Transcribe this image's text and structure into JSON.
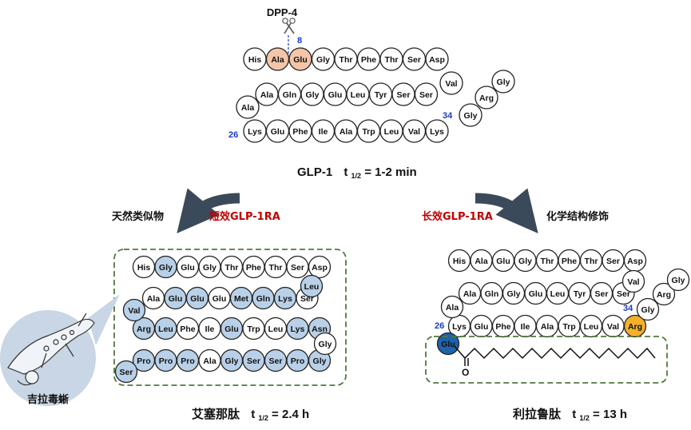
{
  "colors": {
    "salmon": "#f4c5a8",
    "blue": "#b9d1e8",
    "orange": "#f5b02a",
    "dark_blue": "#1f63a8",
    "red_text": "#c00000",
    "num_blue": "#1a39c9",
    "box_border": "#4f7a3e",
    "arrow": "#3b4a5a"
  },
  "labels": {
    "enzyme": "DPP-4",
    "cleave_pos": "8",
    "pos_26": "26",
    "pos_34": "34",
    "glp1_name": "GLP-1",
    "glp1_half_prefix": "t",
    "glp1_half_sub": "1/2",
    "glp1_half_val": "= 1-2 min",
    "left_source": "天然类似物",
    "left_type": "短效GLP-1RA",
    "right_type": "长效GLP-1RA",
    "right_method": "化学结构修饰",
    "animal": "吉拉毒蜥",
    "exenatide_name": "艾塞那肽",
    "exenatide_half_prefix": "t",
    "exenatide_half_sub": "1/2",
    "exenatide_half_val": "= 2.4 h",
    "lira_name": "利拉鲁肽",
    "lira_half_prefix": "t",
    "lira_half_sub": "1/2",
    "lira_half_val": "= 13 h",
    "pos_26_b": "26",
    "pos_34_b": "34",
    "carbonyl_O": "O"
  },
  "peptides": {
    "glp1": {
      "row1": [
        [
          "His",
          0
        ],
        [
          "Ala",
          1
        ],
        [
          "Glu",
          1
        ],
        [
          "Gly",
          0
        ],
        [
          "Thr",
          0
        ],
        [
          "Phe",
          0
        ],
        [
          "Thr",
          0
        ],
        [
          "Ser",
          0
        ],
        [
          "Asp",
          0
        ]
      ],
      "row2": [
        [
          "Ala",
          0
        ],
        [
          "Gln",
          0
        ],
        [
          "Gly",
          0
        ],
        [
          "Glu",
          0
        ],
        [
          "Leu",
          0
        ],
        [
          "Tyr",
          0
        ],
        [
          "Ser",
          0
        ],
        [
          "Ser",
          0
        ]
      ],
      "row3": [
        [
          "Lys",
          0
        ],
        [
          "Glu",
          0
        ],
        [
          "Phe",
          0
        ],
        [
          "Ile",
          0
        ],
        [
          "Ala",
          0
        ],
        [
          "Trp",
          0
        ],
        [
          "Leu",
          0
        ],
        [
          "Val",
          0
        ],
        [
          "Lys",
          0
        ]
      ],
      "single": [
        [
          "Val",
          0
        ],
        [
          "Ala",
          0
        ],
        [
          "Gly",
          0
        ],
        [
          "Arg",
          0
        ],
        [
          "Gly",
          0
        ]
      ]
    },
    "exenatide": {
      "row1": [
        [
          "His",
          0
        ],
        [
          "Gly",
          2
        ],
        [
          "Glu",
          0
        ],
        [
          "Gly",
          0
        ],
        [
          "Thr",
          0
        ],
        [
          "Phe",
          0
        ],
        [
          "Thr",
          0
        ],
        [
          "Ser",
          0
        ],
        [
          "Asp",
          0
        ]
      ],
      "row2": [
        [
          "Ala",
          0
        ],
        [
          "Glu",
          2
        ],
        [
          "Glu",
          2
        ],
        [
          "Glu",
          0
        ],
        [
          "Met",
          2
        ],
        [
          "Gln",
          2
        ],
        [
          "Lys",
          2
        ],
        [
          "Ser",
          0
        ]
      ],
      "row3": [
        [
          "Arg",
          2
        ],
        [
          "Leu",
          2
        ],
        [
          "Phe",
          0
        ],
        [
          "Ile",
          0
        ],
        [
          "Glu",
          2
        ],
        [
          "Trp",
          0
        ],
        [
          "Leu",
          0
        ],
        [
          "Lys",
          2
        ],
        [
          "Asn",
          2
        ]
      ],
      "row4": [
        [
          "Pro",
          2
        ],
        [
          "Pro",
          2
        ],
        [
          "Pro",
          2
        ],
        [
          "Ala",
          0
        ],
        [
          "Gly",
          2
        ],
        [
          "Ser",
          2
        ],
        [
          "Ser",
          2
        ],
        [
          "Pro",
          2
        ],
        [
          "Gly",
          2
        ]
      ],
      "single": [
        [
          "Leu",
          2
        ],
        [
          "Val",
          2
        ],
        [
          "Gly",
          0
        ],
        [
          "Ser",
          2
        ]
      ]
    },
    "liraglutide": {
      "row1": [
        [
          "His",
          0
        ],
        [
          "Ala",
          0
        ],
        [
          "Glu",
          0
        ],
        [
          "Gly",
          0
        ],
        [
          "Thr",
          0
        ],
        [
          "Phe",
          0
        ],
        [
          "Thr",
          0
        ],
        [
          "Ser",
          0
        ],
        [
          "Asp",
          0
        ]
      ],
      "row2": [
        [
          "Ala",
          0
        ],
        [
          "Gln",
          0
        ],
        [
          "Gly",
          0
        ],
        [
          "Glu",
          0
        ],
        [
          "Leu",
          0
        ],
        [
          "Tyr",
          0
        ],
        [
          "Ser",
          0
        ],
        [
          "Ser",
          0
        ]
      ],
      "row3": [
        [
          "Lys",
          0
        ],
        [
          "Glu",
          0
        ],
        [
          "Phe",
          0
        ],
        [
          "Ile",
          0
        ],
        [
          "Ala",
          0
        ],
        [
          "Trp",
          0
        ],
        [
          "Leu",
          0
        ],
        [
          "Val",
          0
        ],
        [
          "Arg",
          3
        ]
      ],
      "single": [
        [
          "Val",
          0
        ],
        [
          "Ala",
          0
        ],
        [
          "Gly",
          0
        ],
        [
          "Arg",
          0
        ],
        [
          "Gly",
          0
        ],
        [
          "Glu",
          4
        ]
      ]
    }
  }
}
